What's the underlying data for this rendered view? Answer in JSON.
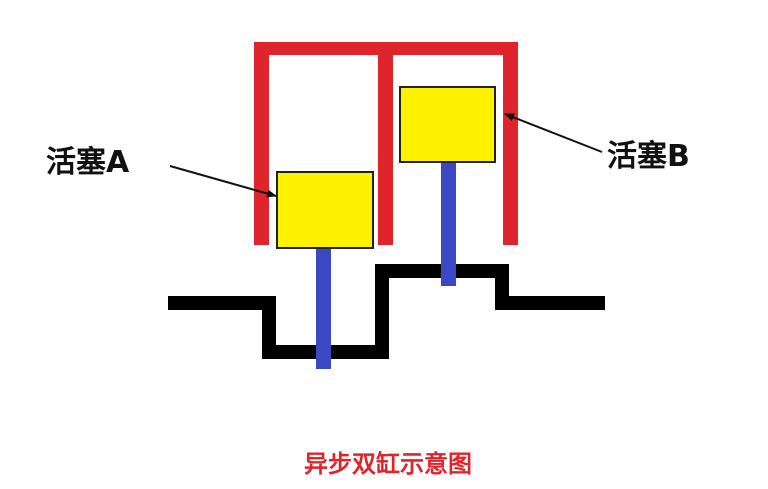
{
  "labels": {
    "piston_a": "活塞A",
    "piston_b": "活塞B"
  },
  "caption": "异步双缸示意图",
  "colors": {
    "cylinder": "#e0242b",
    "piston": "#fff200",
    "rod": "#3b48c4",
    "crankshaft": "#000000",
    "caption": "#e0242b",
    "label": "#111111"
  }
}
